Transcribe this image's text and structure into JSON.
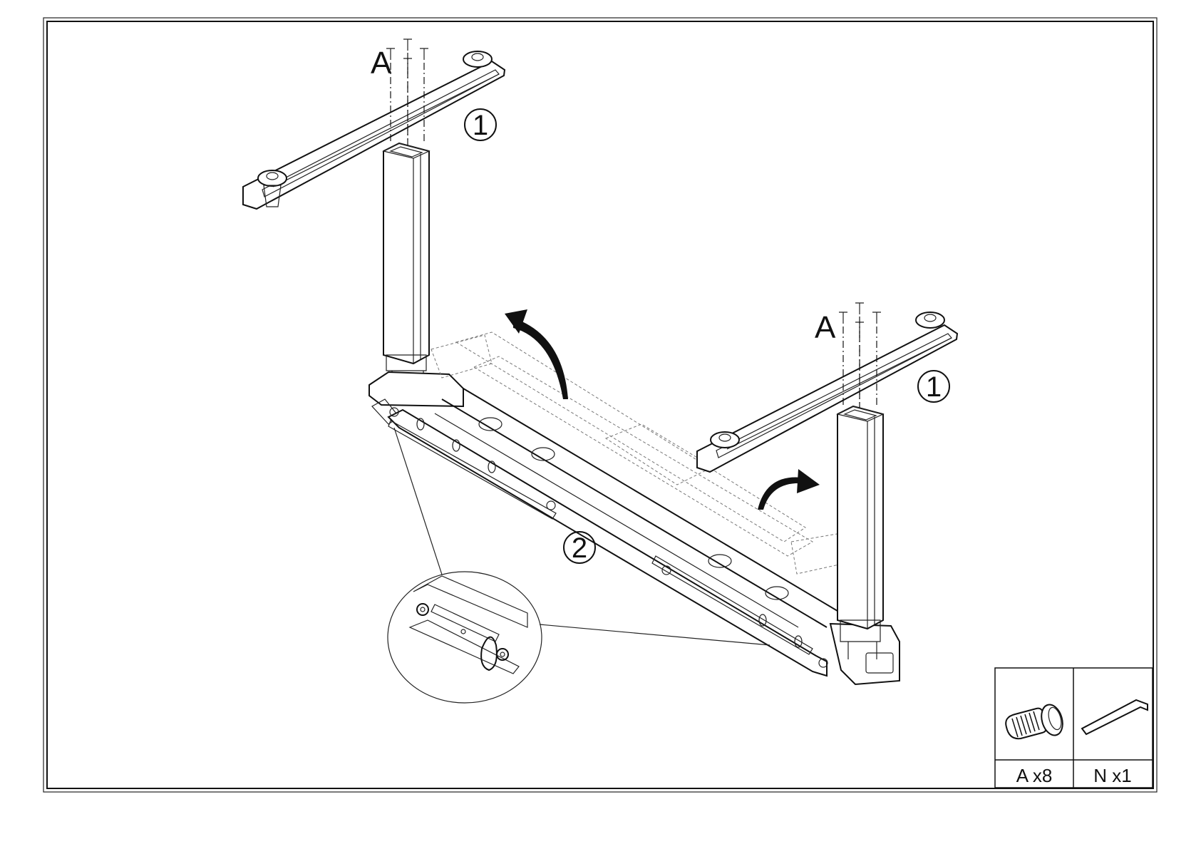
{
  "screw_labels": {
    "left": "A",
    "right": "A"
  },
  "steps": {
    "leg_left": "1",
    "leg_right": "1",
    "frame": "2"
  },
  "hardware_table": {
    "items": [
      {
        "icon": "screw-icon",
        "label": "A x8"
      },
      {
        "icon": "hex-key-icon",
        "label": "N x1"
      }
    ]
  }
}
